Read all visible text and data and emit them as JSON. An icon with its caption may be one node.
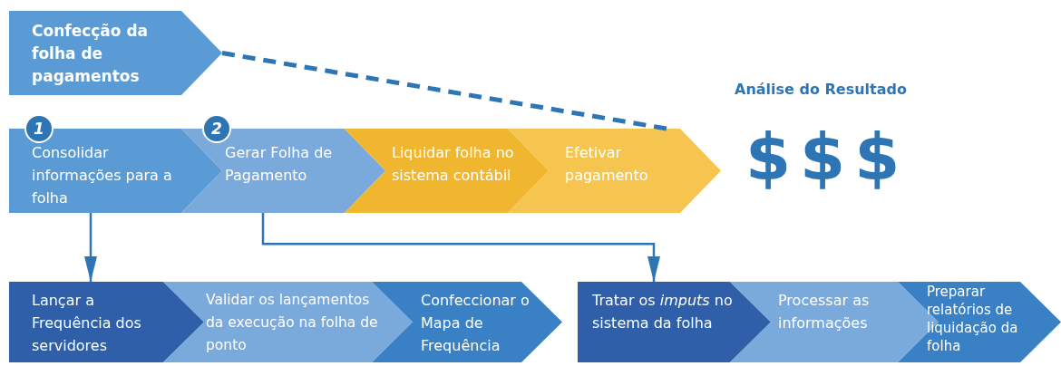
{
  "diagram": {
    "nodes": [
      {
        "text": [
          "Confecção da folha de pagamentos"
        ]
      },
      {
        "text": [
          "1"
        ]
      },
      {
        "text": [
          "2"
        ]
      },
      {
        "text": [
          "Consolidar informações para a folha"
        ]
      },
      {
        "text": [
          "Gerar Folha de Pagamento"
        ]
      },
      {
        "text": [
          "Liquidar folha no sistema contábil"
        ]
      },
      {
        "text": [
          "Efetivar pagamento"
        ]
      },
      {
        "text": [
          "Lançar a Frequência dos servidores"
        ]
      },
      {
        "text": [
          "Validar os lançamentos da execução na folha de ponto"
        ]
      },
      {
        "text": [
          "Confeccionar o Mapa de Frequência"
        ]
      },
      {
        "text": [
          "Tratar os *imputs* no sistema da folha"
        ]
      },
      {
        "text": [
          "Processar as informações"
        ]
      },
      {
        "text": [
          "Preparar relatórios de liquidação da folha"
        ]
      }
    ],
    "edges": [
      {
        "from": 0,
        "to": 6,
        "arrow": "none",
        "style": "dashed"
      },
      {
        "from": 3,
        "to": 7,
        "arrow": "to"
      },
      {
        "from": 4,
        "to": 10,
        "arrow": "to"
      }
    ],
    "labels": [
      "Análise do Resultado",
      "$$$"
    ]
  }
}
